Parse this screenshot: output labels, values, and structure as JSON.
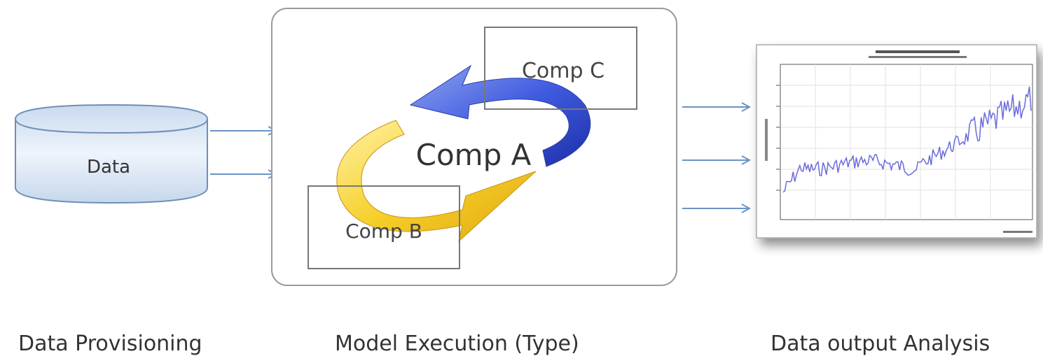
{
  "data_store": {
    "label": "Data"
  },
  "model": {
    "comp_a": "Comp A",
    "comp_b": "Comp B",
    "comp_c": "Comp C"
  },
  "captions": {
    "provisioning": "Data Provisioning",
    "execution": "Model Execution  (Type)",
    "analysis": "Data output Analysis"
  },
  "colors": {
    "data_fill": "#dbe8f6",
    "data_stroke": "#6f8fb5",
    "arrow": "#6b93c4",
    "cycle_blue": "#3b56d6",
    "cycle_yellow": "#f2c21a",
    "panel_stroke": "#9a9a9a",
    "plot_line": "#6b6bdc"
  }
}
